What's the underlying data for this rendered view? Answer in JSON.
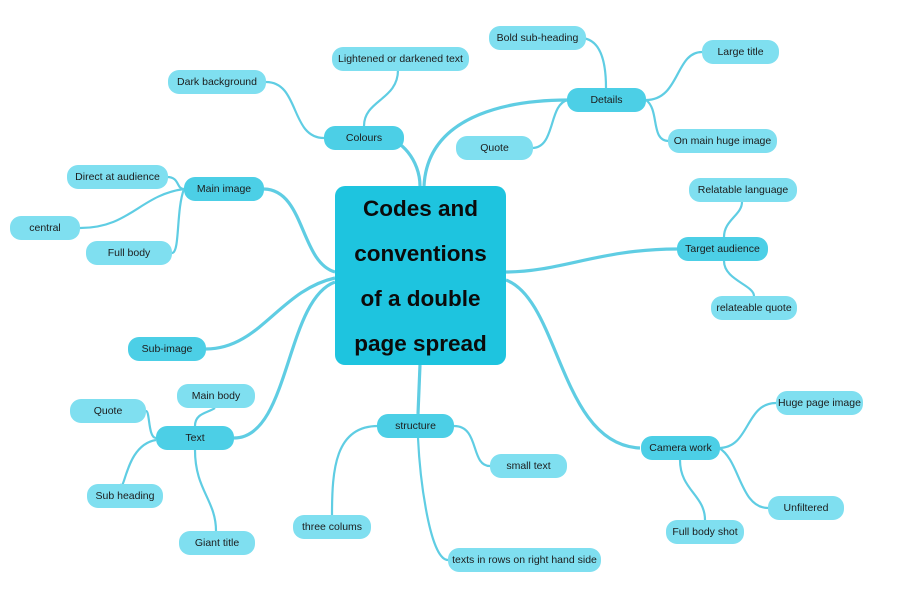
{
  "center": {
    "label": "Codes and\nconventions\nof a double\npage spread"
  },
  "colors": {
    "center": "#1ec4df",
    "branch_node": "#4ccfe6",
    "leaf_node": "#7fdff0",
    "connector": "#5fcde3"
  },
  "branches": {
    "colours": {
      "label": "Colours",
      "children": [
        "Dark background",
        "Lightened or darkened text"
      ]
    },
    "details": {
      "label": "Details",
      "children": [
        "Bold sub-heading",
        "Large title",
        "Quote",
        "On main huge image"
      ]
    },
    "main_image": {
      "label": "Main image",
      "children": [
        "Direct at audience",
        "central",
        "Full body"
      ]
    },
    "target_audience": {
      "label": "Target audience",
      "children": [
        "Relatable language",
        "relateable quote"
      ]
    },
    "sub_image": {
      "label": "Sub-image"
    },
    "text": {
      "label": "Text",
      "children": [
        "Quote",
        "Main body",
        "Sub heading",
        "Giant title"
      ]
    },
    "structure": {
      "label": "structure",
      "children": [
        "small text",
        "three colums",
        "texts in rows on right hand side"
      ]
    },
    "camera_work": {
      "label": "Camera work",
      "children": [
        "Huge page image",
        "Unfiltered",
        "Full body shot"
      ]
    }
  }
}
